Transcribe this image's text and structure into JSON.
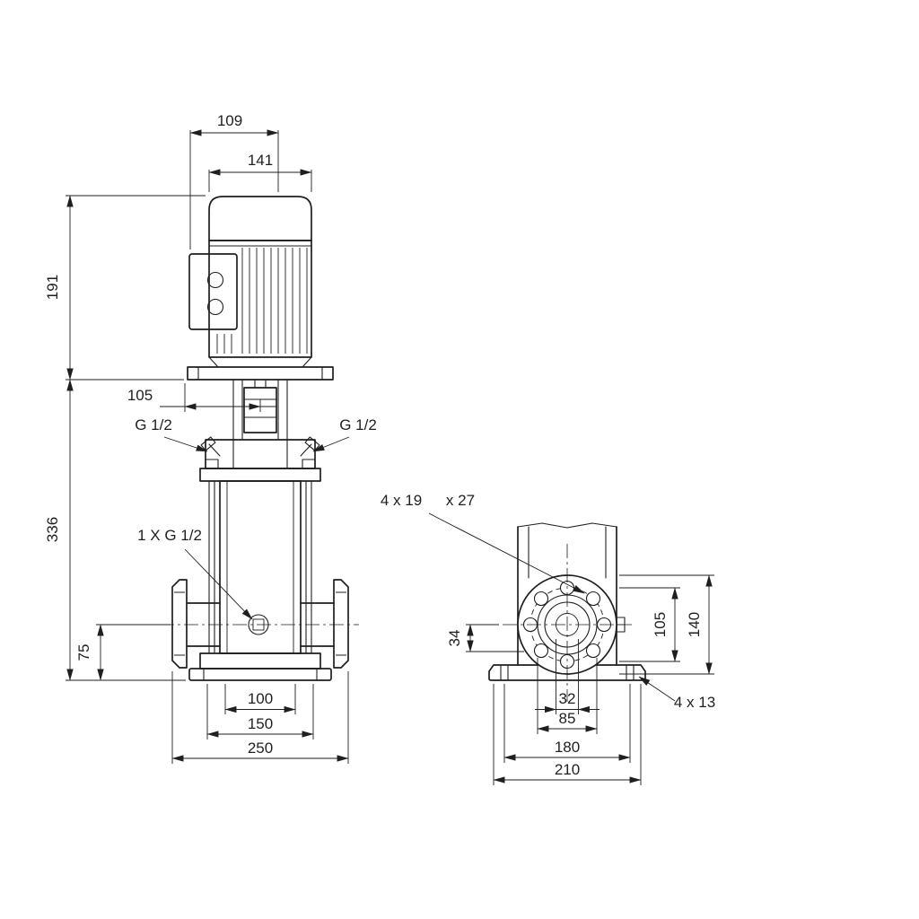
{
  "colors": {
    "ink": "#1f1f1f",
    "paper": "#ffffff"
  },
  "front_view": {
    "dims": {
      "d109": "109",
      "d141": "141",
      "d191": "191",
      "d105": "105",
      "d336": "336",
      "d75": "75",
      "d100": "100",
      "d150": "150",
      "d250": "250"
    },
    "labels": {
      "plug_left": "G 1/2",
      "plug_right": "G 1/2",
      "drain": "1 X G 1/2"
    }
  },
  "side_view": {
    "dims": {
      "d34": "34",
      "bolt_circle": "105",
      "flange_od": "140",
      "d32": "32",
      "d85": "85",
      "d180": "180",
      "base_length": "210"
    },
    "labels": {
      "flange_holes": "4 x 19",
      "flange_holes_cont": "x 27",
      "base_holes": "4 x 13"
    }
  }
}
